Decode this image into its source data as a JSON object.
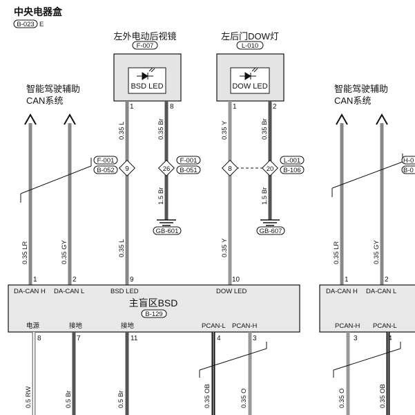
{
  "header": {
    "title": "中央电器盒",
    "code": "B-023",
    "suffix": "E"
  },
  "mirror": {
    "title": "左外电动后视镜",
    "code": "F-007",
    "label": "BSD LED",
    "pin1": "1",
    "pin8": "8"
  },
  "door": {
    "title": "左后门DOW灯",
    "code": "L-010",
    "label": "DOW LED",
    "pin1": "1",
    "pin2": "2"
  },
  "can_left": {
    "line1": "智能驾驶辅助",
    "line2": "CAN系统"
  },
  "can_right": {
    "line1": "智能驾驶辅助",
    "line2": "CAN系统"
  },
  "wires": {
    "lr": "0.35 LR",
    "gy": "0.35 GY",
    "l_top": "0.35 L",
    "br_top": "0.35 Br",
    "br_gnd1": "1.5 Br",
    "l_mid": "0.35 L",
    "y_top": "0.35 Y",
    "br_top2": "0.35 Br",
    "br_gnd2": "1.5 Br",
    "y_mid": "0.35 Y",
    "lr_r": "0.35 LR",
    "gy_r": "0.35 GY",
    "rw": "0.5 RW",
    "br_b1": "0.5 Br",
    "br_b2": "0.5 Br",
    "ob_b": "0.35 OB",
    "o_b": "0.35 O",
    "o_r": "0.35 O",
    "ob_r": "0.35 OB"
  },
  "splices": {
    "s9": {
      "num": "9",
      "c1": "F-001",
      "c2": "B-052"
    },
    "s26": {
      "num": "26",
      "c1": "F-001",
      "c2": "B-051"
    },
    "s8": {
      "num": "8",
      "c1": "",
      "c2": ""
    },
    "s20": {
      "num": "20",
      "c1": "L-001",
      "c2": "B-106"
    },
    "right_c1": "H-0",
    "right_c2": "B-0"
  },
  "grounds": {
    "g1": "GB-601",
    "g2": "GB-607"
  },
  "module": {
    "title": "主盲区BSD",
    "code": "B-129",
    "top_pins": [
      "1",
      "2",
      "9",
      "10"
    ],
    "top_labels": [
      "DA-CAN H",
      "DA-CAN L",
      "BSD LED",
      "DOW LED"
    ],
    "bottom_labels": [
      "电源",
      "接地",
      "接地",
      "PCAN-L",
      "PCAN-H"
    ],
    "bottom_pins": [
      "8",
      "7",
      "11",
      "4",
      "3"
    ]
  },
  "module_right": {
    "top_pins": [
      "1",
      "2"
    ],
    "top_labels": [
      "DA-CAN H",
      "DA-CAN L"
    ],
    "bottom_labels": [
      "PCAN-H",
      "PCAN-L"
    ],
    "bottom_pins": [
      "3",
      "4"
    ]
  }
}
